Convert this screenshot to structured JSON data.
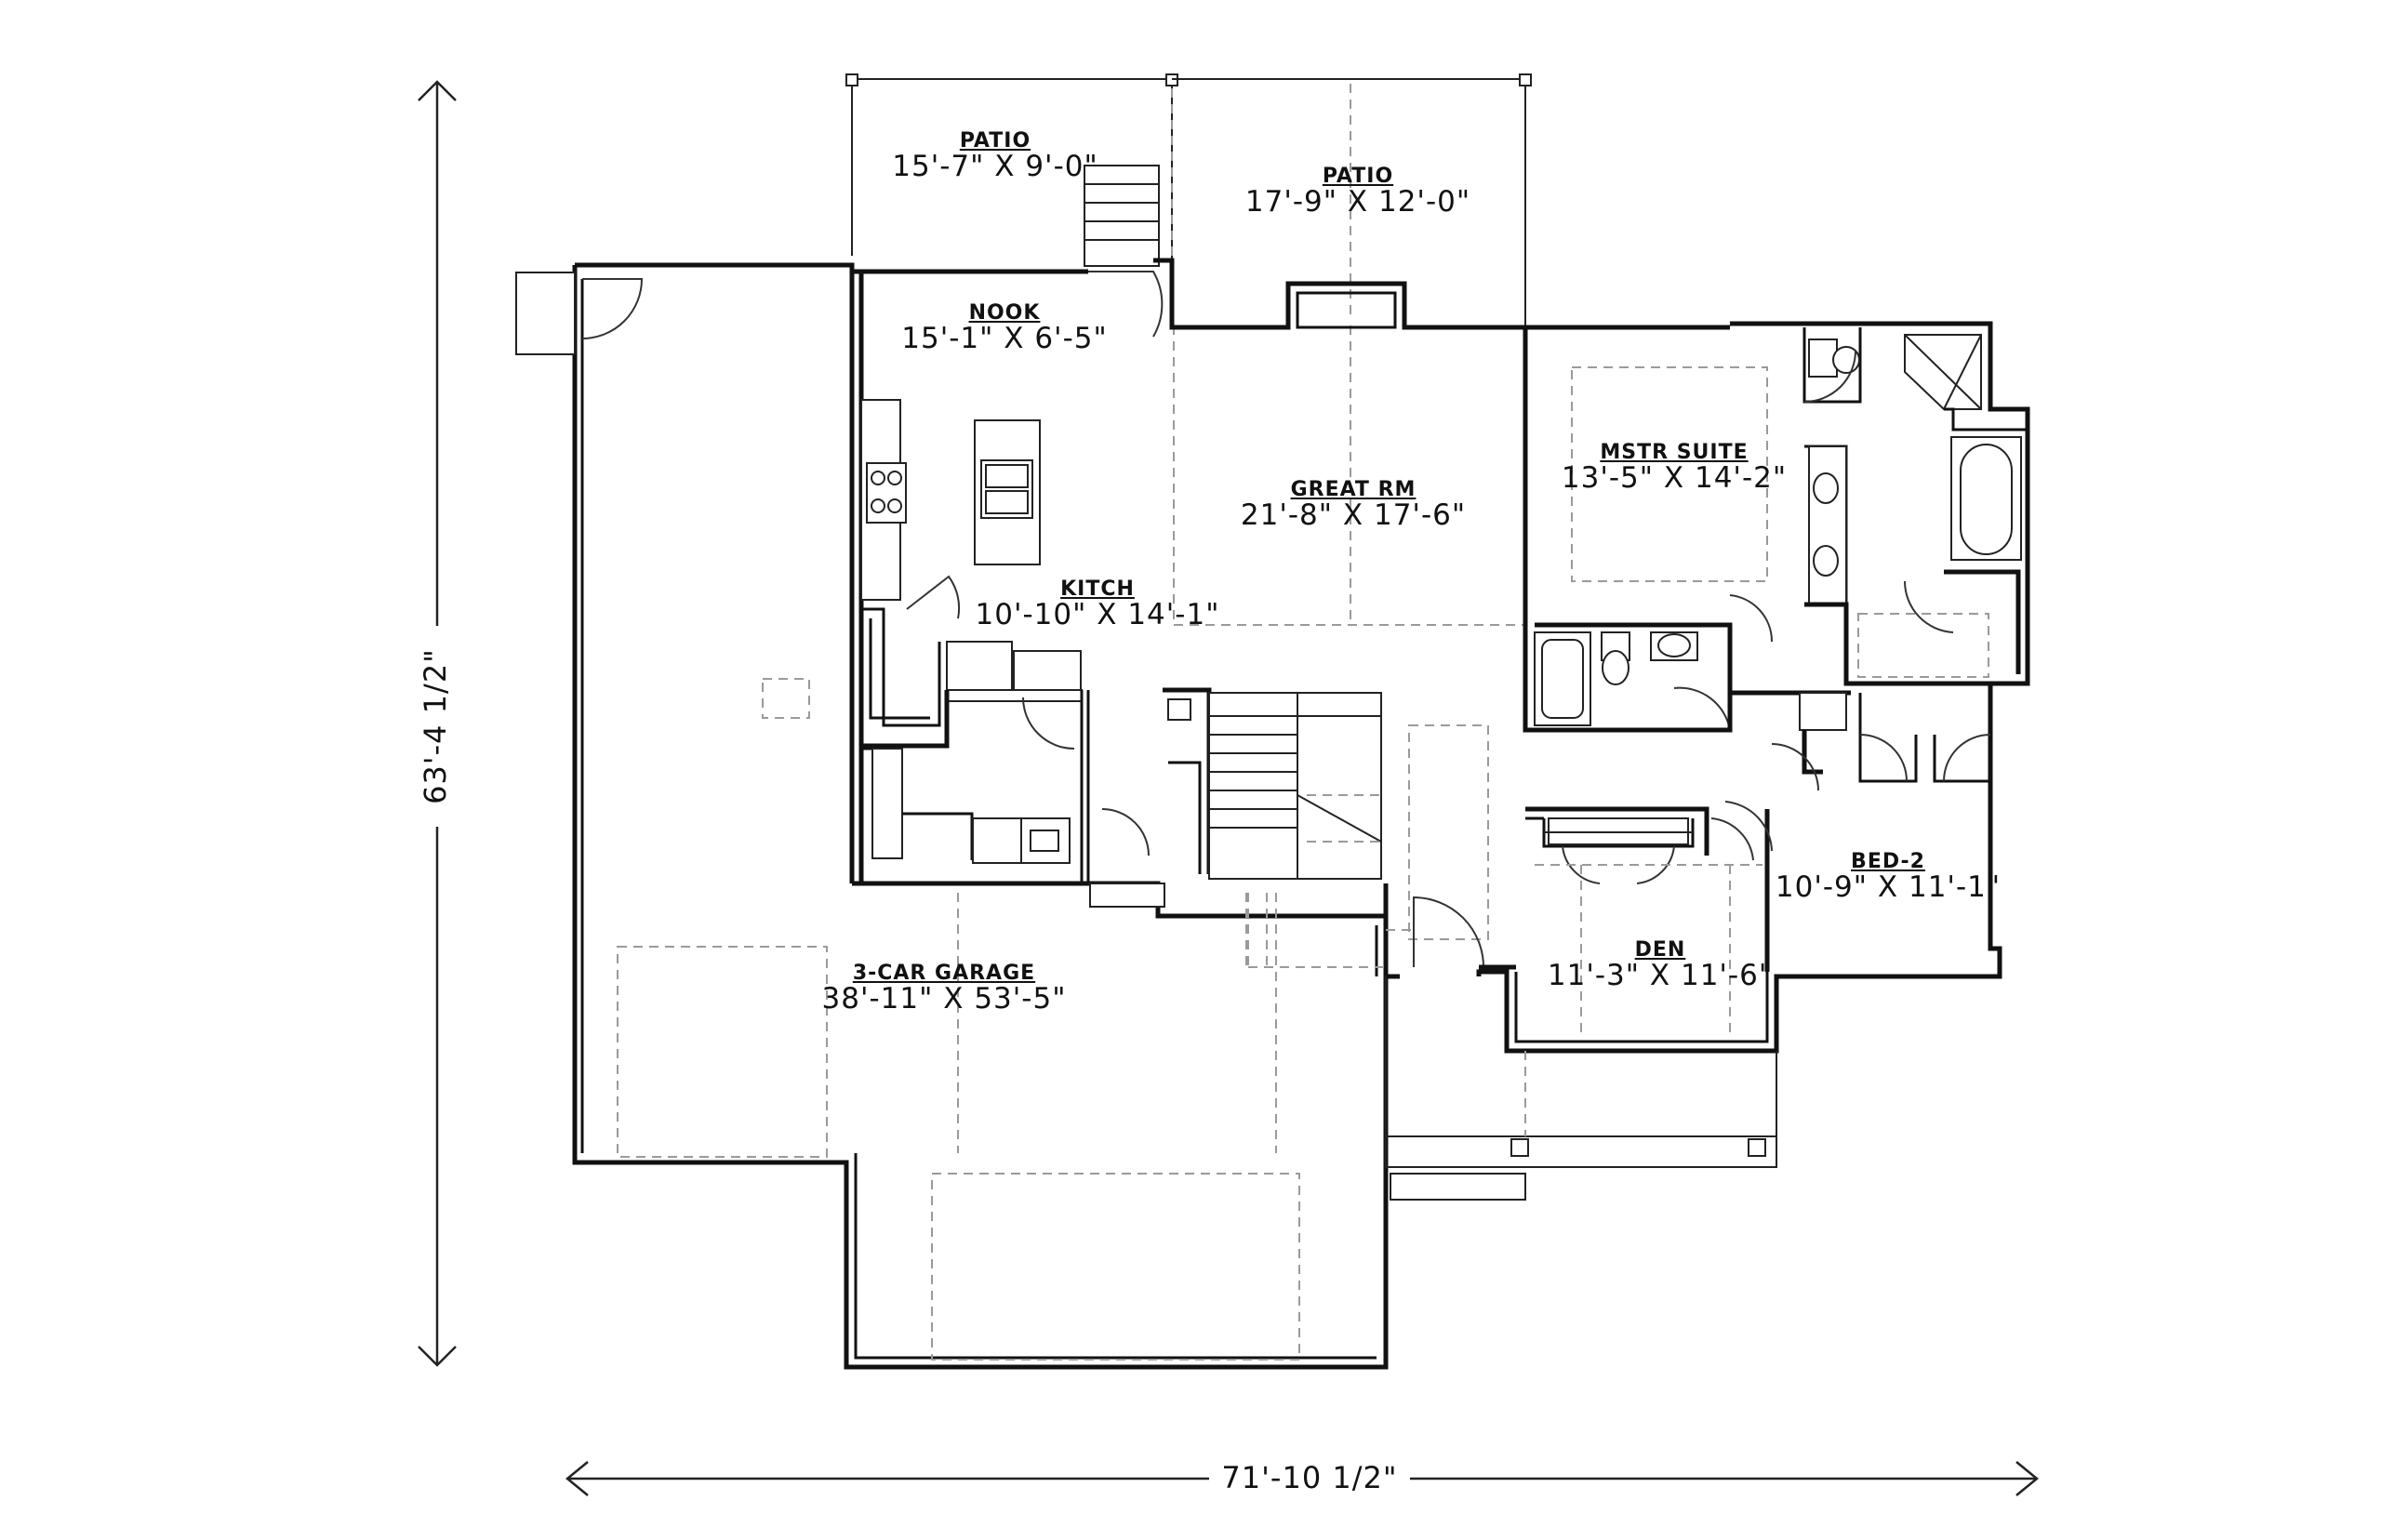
{
  "rooms": [
    {
      "id": "patio-left",
      "name": "PATIO",
      "size": "15'-7\" X 9'-0\""
    },
    {
      "id": "patio-right",
      "name": "PATIO",
      "size": "17'-9\" X 12'-0\""
    },
    {
      "id": "nook",
      "name": "NOOK",
      "size": "15'-1\" X 6'-5\""
    },
    {
      "id": "great-room",
      "name": "GREAT RM",
      "size": "21'-8\" X 17'-6\""
    },
    {
      "id": "kitchen",
      "name": "KITCH",
      "size": "10'-10\" X 14'-1\""
    },
    {
      "id": "master-suite",
      "name": "MSTR SUITE",
      "size": "13'-5\" X 14'-2\""
    },
    {
      "id": "bed-2",
      "name": "BED-2",
      "size": "10'-9\" X 11'-1\""
    },
    {
      "id": "den",
      "name": "DEN",
      "size": "11'-3\" X 11'-6\""
    },
    {
      "id": "garage",
      "name": "3-CAR GARAGE",
      "size": "38'-11\" X 53'-5\""
    }
  ],
  "dimensions": {
    "overall_height": "63'-4 1/2\"",
    "overall_width": "71'-10 1/2\""
  }
}
